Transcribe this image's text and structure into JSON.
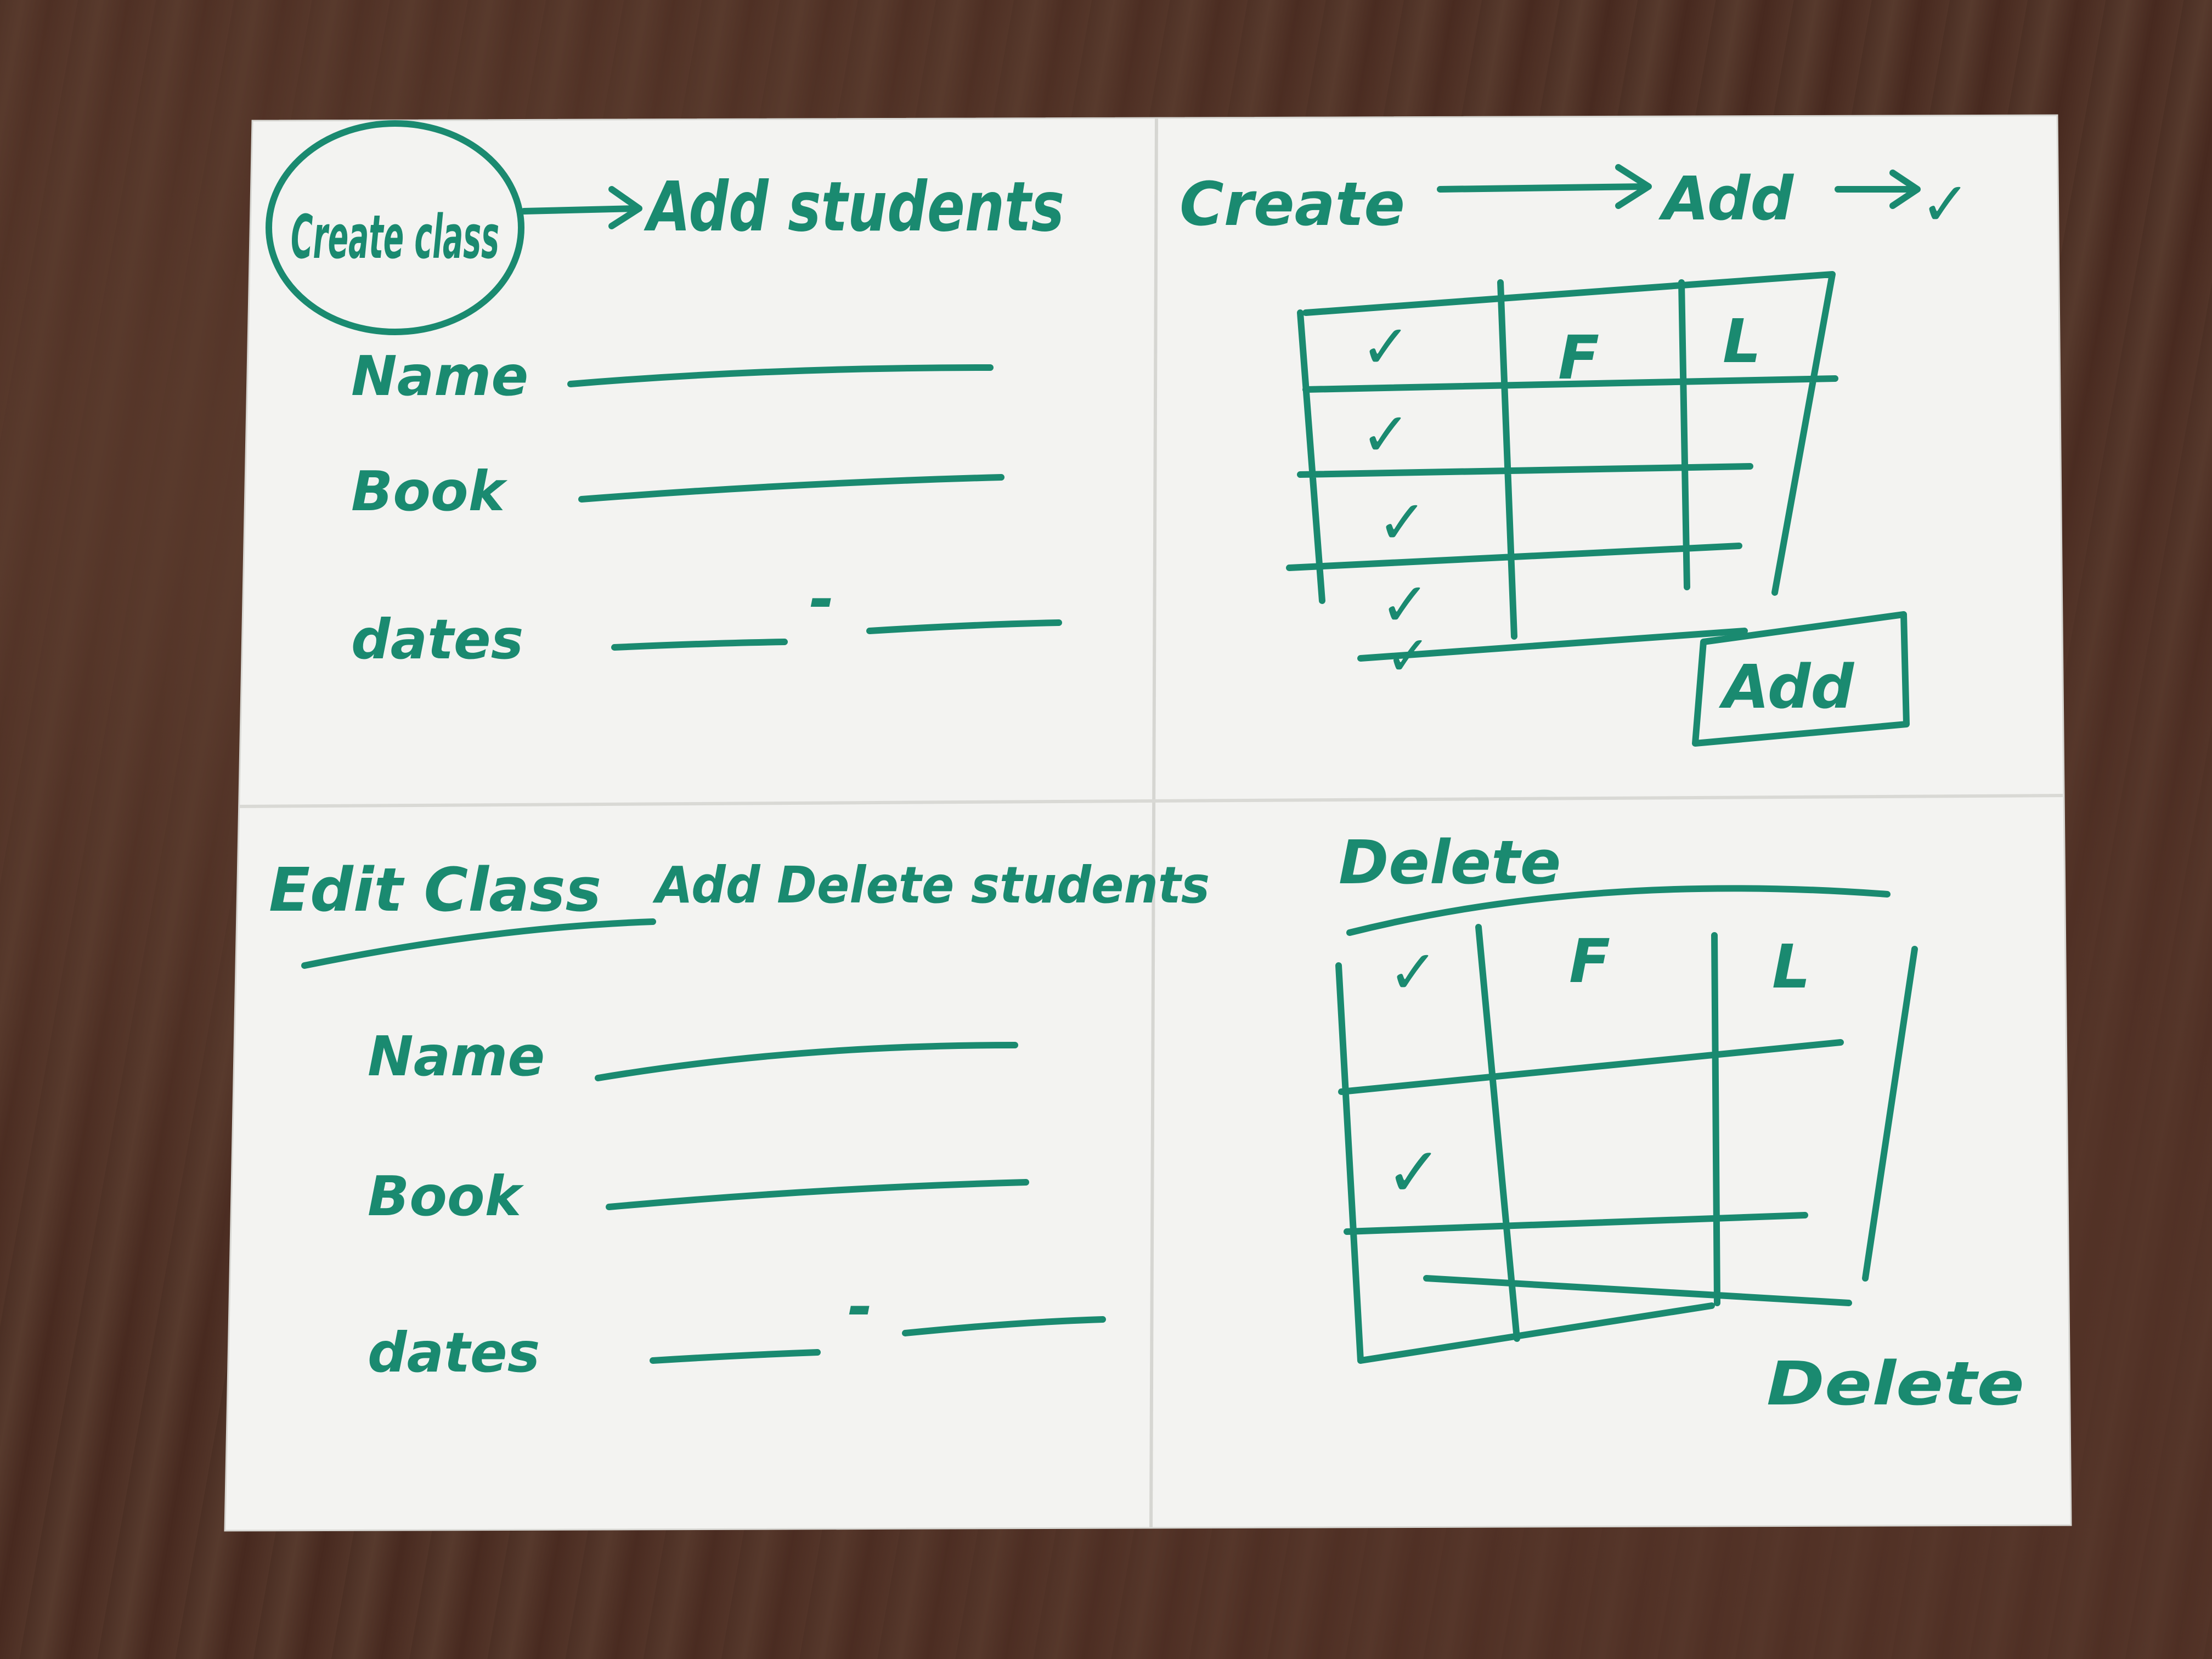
{
  "colors": {
    "ink": "#1a8a70",
    "paper": "#f3f3f1",
    "desk": "#4a2f25"
  },
  "panels": {
    "create_class": {
      "title": "Create class",
      "next_step": "Add students",
      "fields": [
        {
          "label": "Name"
        },
        {
          "label": "Book"
        },
        {
          "label": "dates",
          "separator": "-"
        }
      ]
    },
    "add_students": {
      "flow": [
        "Create",
        "Add",
        "✓"
      ],
      "table": {
        "headers": [
          "✓",
          "F",
          "L"
        ],
        "rows": [
          [
            "✓",
            "",
            ""
          ],
          [
            "✓",
            "",
            ""
          ],
          [
            "✓",
            "",
            ""
          ],
          [
            "✓",
            "",
            ""
          ]
        ]
      },
      "action_button": "Add"
    },
    "edit_class": {
      "title": "Edit Class",
      "flow_text": "Add Delete students",
      "fields": [
        {
          "label": "Name"
        },
        {
          "label": "Book"
        },
        {
          "label": "dates",
          "separator": "-"
        }
      ]
    },
    "delete_students": {
      "title": "Delete",
      "table": {
        "headers": [
          "✓",
          "F",
          "L"
        ],
        "rows": [
          [
            "",
            "",
            ""
          ],
          [
            "✓",
            "",
            ""
          ],
          [
            "",
            "",
            ""
          ]
        ]
      },
      "action_label": "Delete"
    }
  }
}
